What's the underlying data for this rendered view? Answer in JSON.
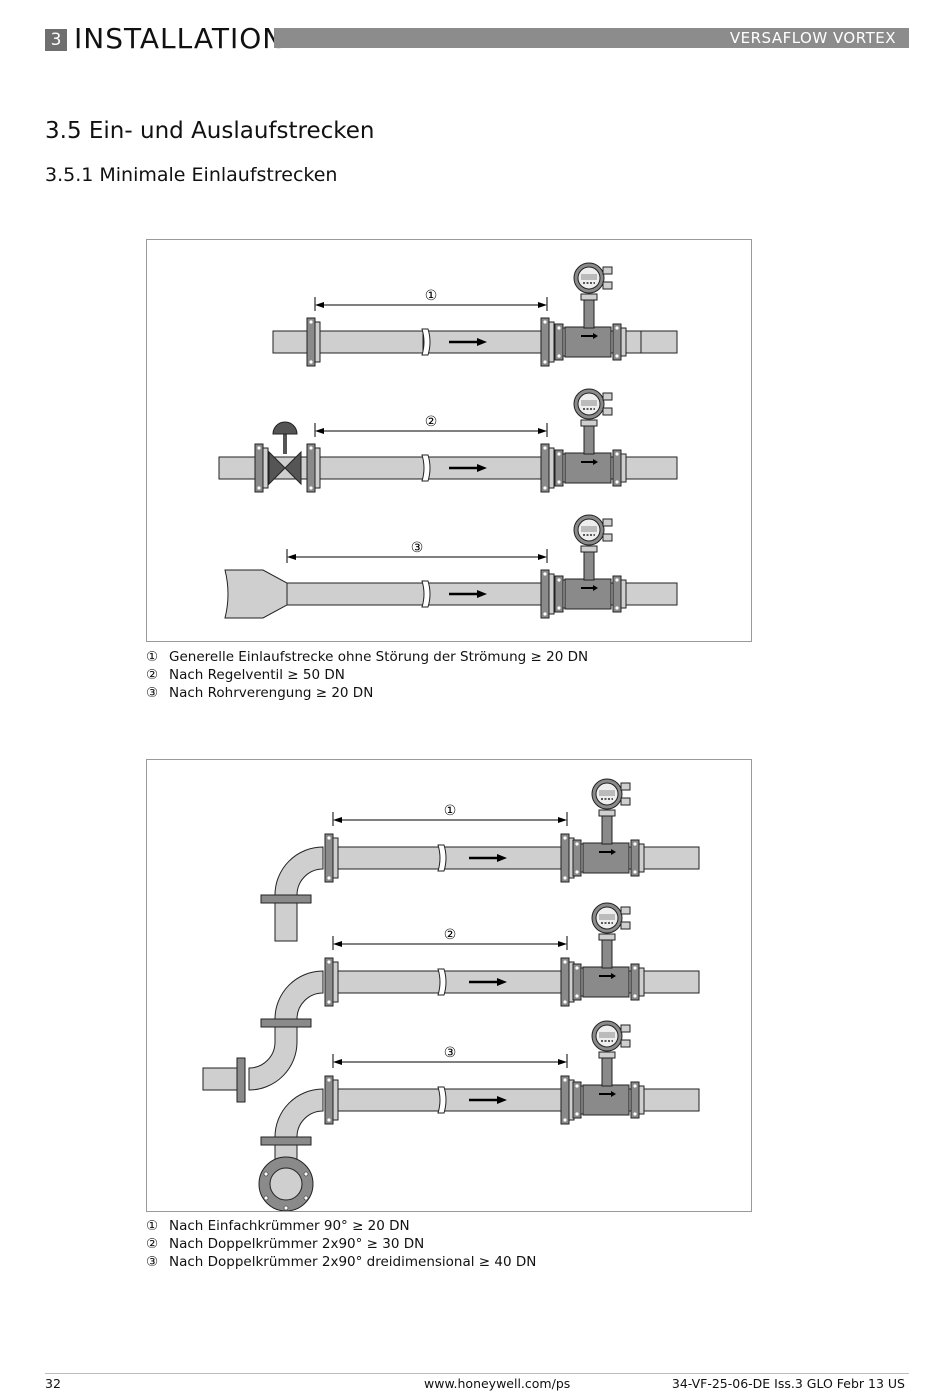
{
  "header": {
    "section_number": "3",
    "section_title": "INSTALLATION",
    "product": "VERSAFLOW VORTEX"
  },
  "section": {
    "heading": "3.5  Ein- und Auslaufstrecken",
    "subheading": "3.5.1  Minimale Einlaufstrecken"
  },
  "figure1": {
    "markers": [
      "①",
      "②",
      "③"
    ],
    "legend": [
      {
        "num": "①",
        "text": "Generelle Einlaufstrecke ohne Störung der Strömung ≥ 20 DN"
      },
      {
        "num": "②",
        "text": "Nach Regelventil ≥ 50 DN"
      },
      {
        "num": "③",
        "text": "Nach Rohrverengung ≥ 20 DN"
      }
    ]
  },
  "figure2": {
    "markers": [
      "①",
      "②",
      "③"
    ],
    "legend": [
      {
        "num": "①",
        "text": "Nach Einfachkrümmer 90° ≥ 20 DN"
      },
      {
        "num": "②",
        "text": "Nach Doppelkrümmer 2x90° ≥ 30 DN"
      },
      {
        "num": "③",
        "text": "Nach Doppelkrümmer 2x90° dreidimensional ≥ 40 DN"
      }
    ]
  },
  "footer": {
    "page_number": "32",
    "website": "www.honeywell.com/ps",
    "doc_id": "34-VF-25-06-DE Iss.3 GLO Febr 13 US"
  }
}
